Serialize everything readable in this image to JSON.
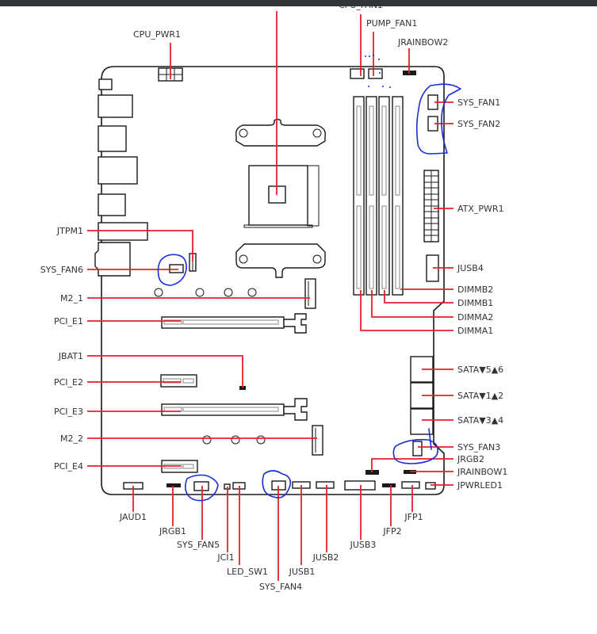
{
  "window": {
    "topbar_color": "#323537"
  },
  "colors": {
    "leader_line": "#e4212b",
    "annotation_ink": "#1a2ed6",
    "label_text": "#333333",
    "board_outline": "#1a1a1a"
  },
  "diagram": {
    "title": "Motherboard layout",
    "labels": {
      "cpu_fan1": "CPU_FAN1",
      "pump_fan1": "PUMP_FAN1",
      "jrainbow2": "JRAINBOW2",
      "cpu_pwr1": "CPU_PWR1",
      "sys_fan1": "SYS_FAN1",
      "sys_fan2": "SYS_FAN2",
      "atx_pwr1": "ATX_PWR1",
      "jusb4": "JUSB4",
      "dimmb2": "DIMMB2",
      "dimmb1": "DIMMB1",
      "dimma2": "DIMMA2",
      "dimma1": "DIMMA1",
      "jtpm1": "JTPM1",
      "sys_fan6": "SYS_FAN6",
      "m2_1": "M2_1",
      "pci_e1": "PCI_E1",
      "jbat1": "JBAT1",
      "pci_e2": "PCI_E2",
      "pci_e3": "PCI_E3",
      "m2_2": "M2_2",
      "pci_e4": "PCI_E4",
      "sata56": "SATA▼5▲6",
      "sata12": "SATA▼1▲2",
      "sata34": "SATA▼3▲4",
      "sys_fan3": "SYS_FAN3",
      "jrgb2": "JRGB2",
      "jrainbow1": "JRAINBOW1",
      "jpwrled1": "JPWRLED1",
      "jaud1": "JAUD1",
      "jrgb1": "JRGB1",
      "sys_fan5": "SYS_FAN5",
      "jci1": "JCI1",
      "led_sw1": "LED_SW1",
      "sys_fan4": "SYS_FAN4",
      "jusb1": "JUSB1",
      "jusb2": "JUSB2",
      "jusb3": "JUSB3",
      "jfp2": "JFP2",
      "jfp1": "JFP1"
    },
    "circled_connectors": [
      "SYS_FAN1",
      "SYS_FAN2",
      "SYS_FAN6",
      "SYS_FAN3",
      "SYS_FAN5",
      "SYS_FAN4"
    ]
  }
}
